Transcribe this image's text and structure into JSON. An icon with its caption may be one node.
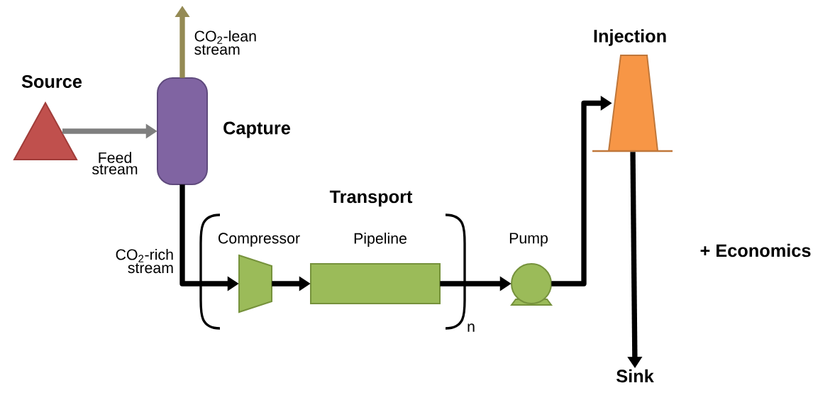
{
  "diagram": {
    "nodes": [
      {
        "text": [
          "Source"
        ]
      },
      {
        "text": [
          "Capture"
        ]
      },
      {
        "text": [
          "Transport"
        ],
        "beside": [
          "n"
        ]
      },
      {
        "text": [
          "Compressor"
        ],
        "in": 2
      },
      {
        "text": [
          "Pipeline"
        ],
        "in": 2
      },
      {
        "text": [
          "Pump"
        ]
      },
      {
        "text": [
          "Injection"
        ]
      },
      {
        "text": [
          "Sink"
        ]
      }
    ],
    "edges": [
      {
        "from": 0,
        "to": 1,
        "arrow": "to",
        "label": "Feed stream",
        "color": "#7f7f7f"
      },
      {
        "from": 1,
        "to": null,
        "arrow": "to",
        "label": "CO$_{2}$-lean stream",
        "color": "#948a54"
      },
      {
        "from": 1,
        "to": 3,
        "arrow": "to",
        "label": "CO$_{2}$-rich stream"
      },
      {
        "from": 3,
        "to": 4,
        "arrow": "to"
      },
      {
        "from": 4,
        "to": 5,
        "arrow": "to"
      },
      {
        "from": 5,
        "to": 6,
        "arrow": "to"
      },
      {
        "from": 6,
        "to": 7,
        "arrow": "to"
      }
    ],
    "labels": [
      "+ Economics"
    ]
  }
}
